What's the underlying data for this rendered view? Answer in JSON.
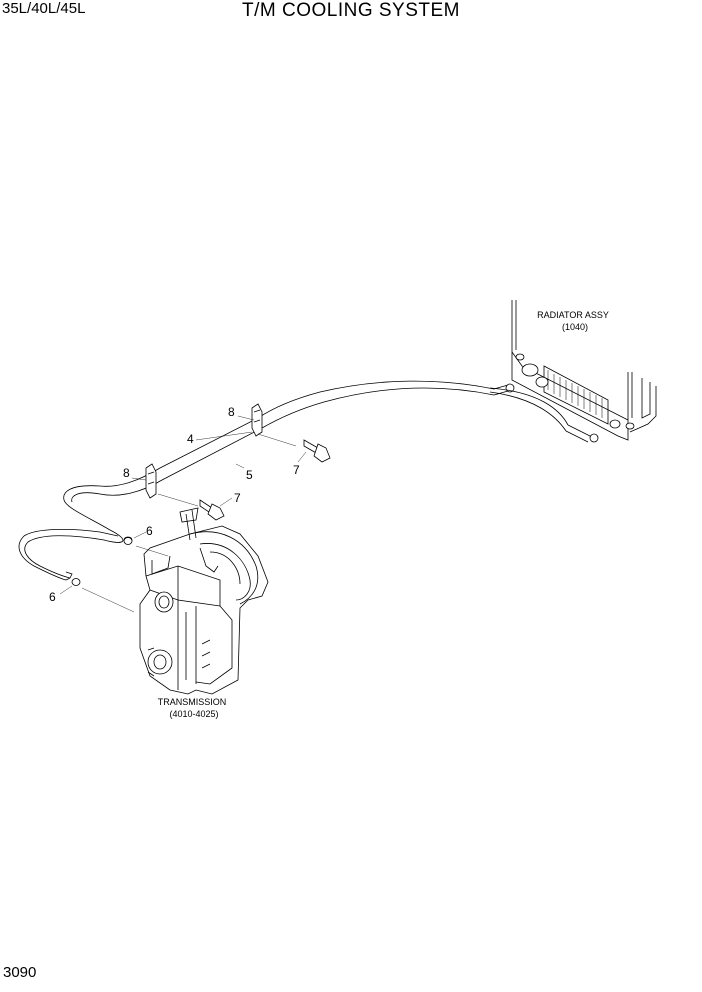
{
  "header": {
    "model": "35L/40L/45L",
    "title": "T/M COOLING SYSTEM"
  },
  "footer": {
    "page_number": "3090"
  },
  "diagram": {
    "radiator": {
      "name": "RADIATOR ASSY",
      "ref": "(1040)"
    },
    "transmission": {
      "name": "TRANSMISSION",
      "ref": "(4010-4025)"
    },
    "callouts": {
      "clamp_upper": "8",
      "clamp_lower": "8",
      "pipe_4": "4",
      "pipe_5": "5",
      "bolt_upper": "7",
      "bolt_lower": "7",
      "nut_upper": "6",
      "nut_lower": "6"
    }
  }
}
